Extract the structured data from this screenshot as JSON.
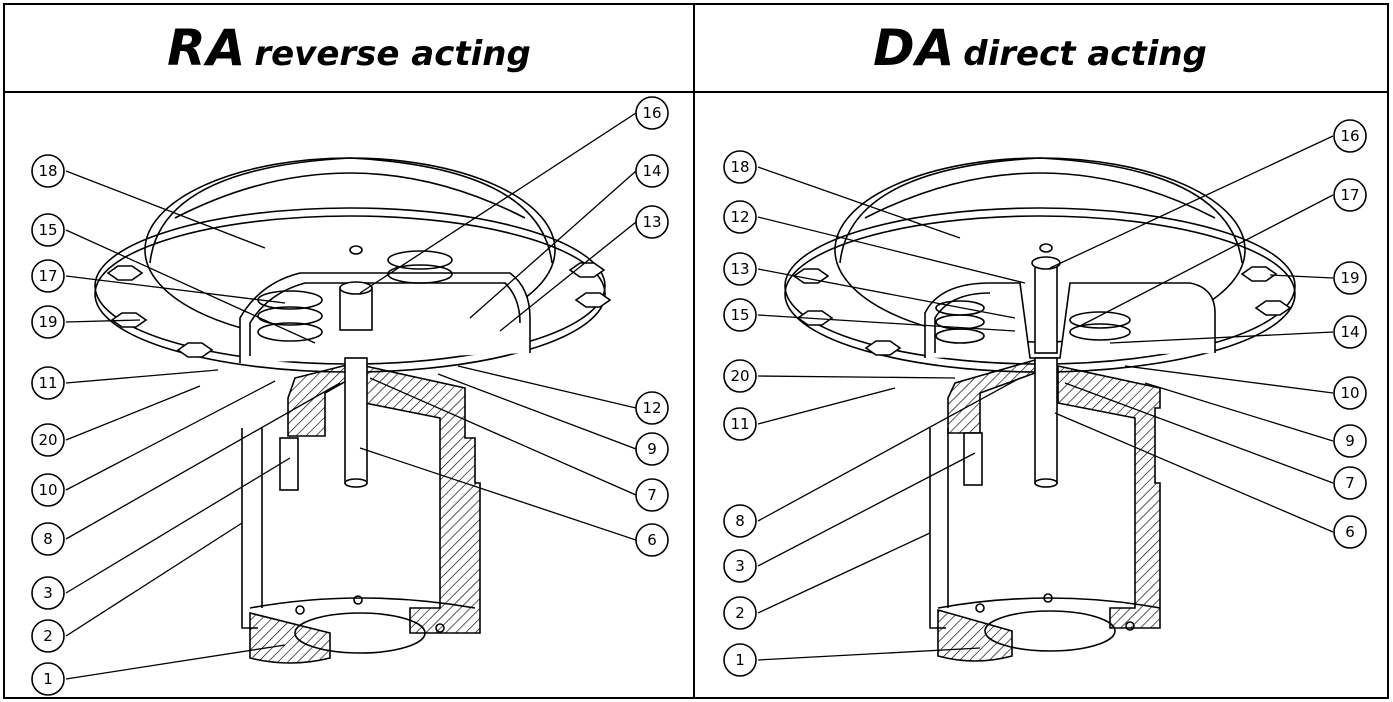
{
  "panels": [
    {
      "abbr": "RA",
      "subtitle": "reverse acting"
    },
    {
      "abbr": "DA",
      "subtitle": "direct acting"
    }
  ],
  "left_callouts": [
    "16",
    "18",
    "14",
    "15",
    "13",
    "17",
    "19",
    "11",
    "12",
    "20",
    "9",
    "10",
    "7",
    "8",
    "6",
    "3",
    "2",
    "1"
  ],
  "right_callouts": [
    "16",
    "18",
    "17",
    "12",
    "13",
    "19",
    "15",
    "14",
    "20",
    "10",
    "11",
    "9",
    "7",
    "8",
    "6",
    "3",
    "2",
    "1"
  ]
}
